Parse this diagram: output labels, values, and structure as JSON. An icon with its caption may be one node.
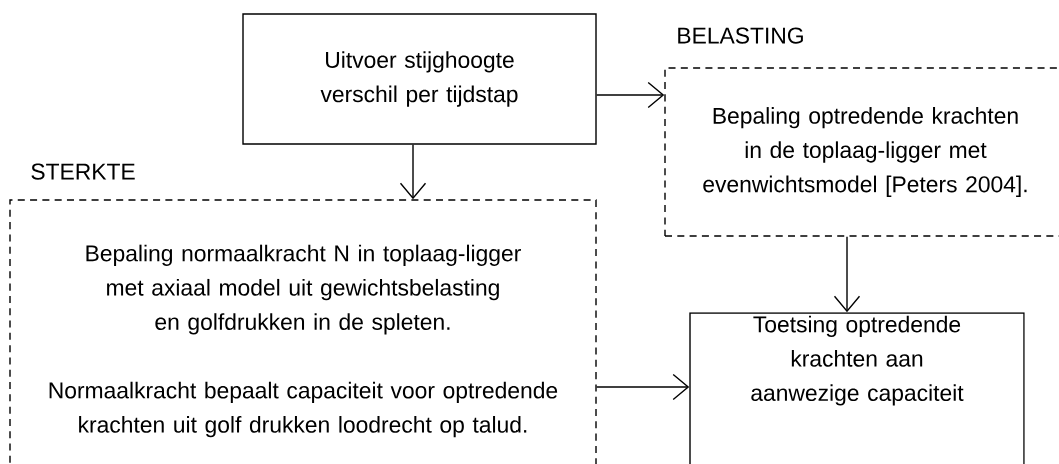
{
  "diagram": {
    "nodes": [
      {
        "text": [
          "Uitvoer stijghoogte verschil per tijdstap"
        ]
      },
      {
        "text": [
          "BELASTING",
          "Bepaling optredende krachten in de toplaag-ligger met evenwichtsmodel [Peters 2004]."
        ]
      },
      {
        "text": [
          "STERKTE",
          "Bepaling normaalkracht N in toplaag-ligger met axiaal model uit gewichtsbelasting en golfdrukken in de spleten.",
          "Normaalkracht bepaalt capaciteit voor optredende krachten uit golf drukken loodrecht op talud."
        ]
      },
      {
        "text": [
          "Toetsing optredende krachten aan aanwezige capaciteit"
        ]
      }
    ],
    "edges": [
      {
        "from": 0,
        "to": 1,
        "arrow": "to"
      },
      {
        "from": 0,
        "to": 2,
        "arrow": "to"
      },
      {
        "from": 1,
        "to": 3,
        "arrow": "to"
      },
      {
        "from": 2,
        "to": 3,
        "arrow": "to"
      }
    ]
  }
}
